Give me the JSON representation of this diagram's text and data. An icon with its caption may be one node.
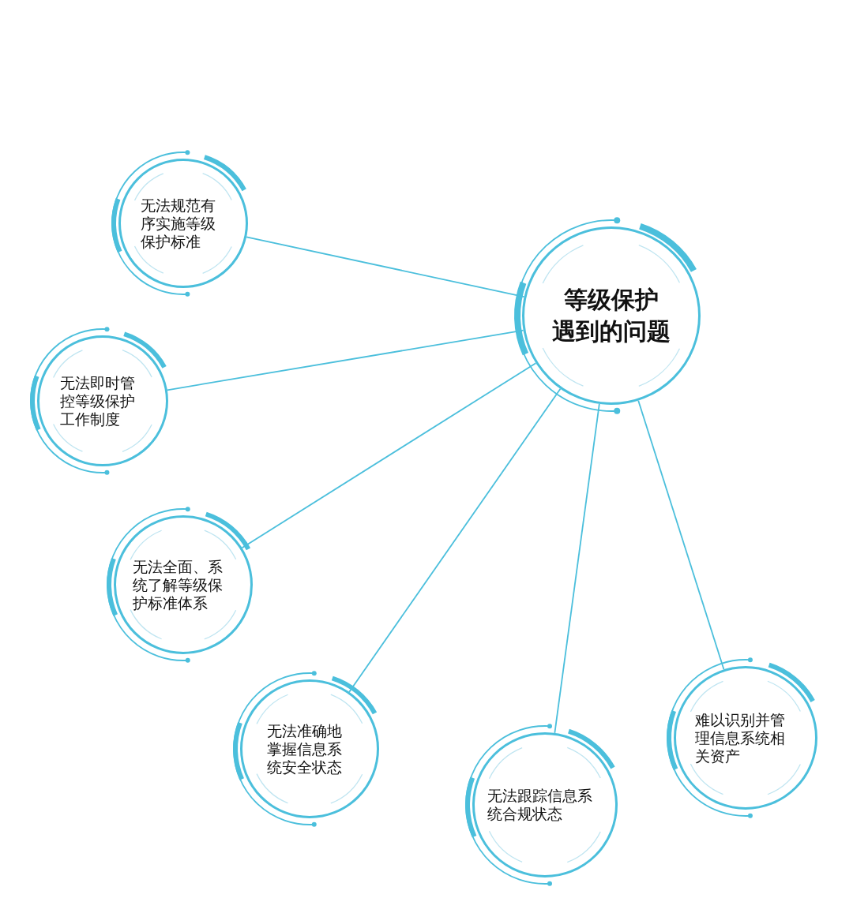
{
  "diagram": {
    "nodes": [
      {
        "text": [
          "等级保护遇到的问题"
        ]
      },
      {
        "text": [
          "无法规范有序实施等级保护标准"
        ]
      },
      {
        "text": [
          "无法即时管控等级保护工作制度"
        ]
      },
      {
        "text": [
          "无法全面、系统了解等级保护标准体系"
        ]
      },
      {
        "text": [
          "无法准确地掌握信息系统安全状态"
        ]
      },
      {
        "text": [
          "无法跟踪信息系统合规状态"
        ]
      },
      {
        "text": [
          "难以识别并管理信息系统相关资产"
        ]
      }
    ],
    "edges": [
      {
        "from": 0,
        "to": 1,
        "arrow": "none"
      },
      {
        "from": 0,
        "to": 2,
        "arrow": "none"
      },
      {
        "from": 0,
        "to": 3,
        "arrow": "none"
      },
      {
        "from": 0,
        "to": 4,
        "arrow": "none"
      },
      {
        "from": 0,
        "to": 5,
        "arrow": "none"
      },
      {
        "from": 0,
        "to": 6,
        "arrow": "none"
      }
    ]
  }
}
